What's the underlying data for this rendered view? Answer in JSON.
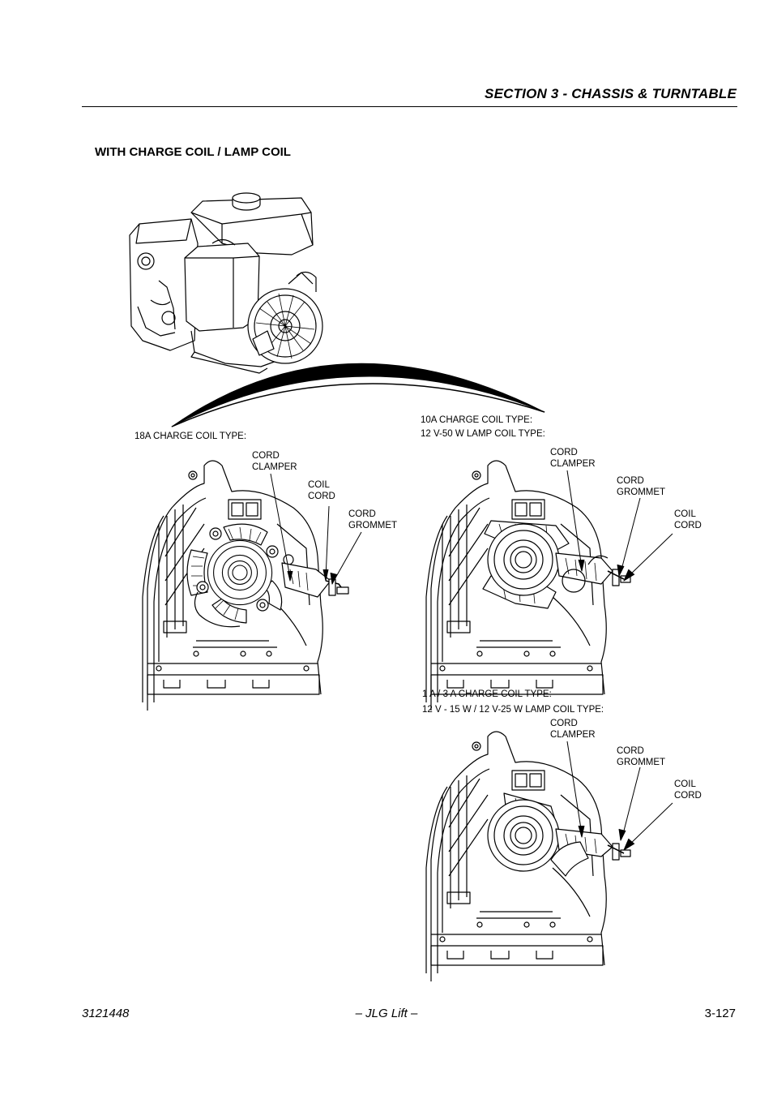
{
  "header": {
    "section_title": "SECTION 3 - CHASSIS & TURNTABLE"
  },
  "subheading": "WITH CHARGE COIL / LAMP COIL",
  "figure": {
    "panel_18a": {
      "title": "18A CHARGE COIL TYPE:",
      "cord_clamper": "CORD\nCLAMPER",
      "coil_cord": "COIL\nCORD",
      "cord_grommet": "CORD\nGROMMET"
    },
    "panel_10a": {
      "title_line1": "10A CHARGE COIL TYPE:",
      "title_line2": "12 V-50 W LAMP COIL TYPE:",
      "cord_clamper": "CORD\nCLAMPER",
      "cord_grommet": "CORD\nGROMMET",
      "coil_cord": "COIL\nCORD"
    },
    "panel_1a3a": {
      "title_line1": "1 A / 3 A CHARGE COIL TYPE:",
      "title_line2": "12 V - 15 W / 12 V-25 W LAMP COIL TYPE:",
      "cord_clamper": "CORD\nCLAMPER",
      "cord_grommet": "CORD\nGROMMET",
      "coil_cord": "COIL\nCORD"
    }
  },
  "footer": {
    "doc_number": "3121448",
    "center": "– JLG Lift –",
    "page": "3-127"
  }
}
